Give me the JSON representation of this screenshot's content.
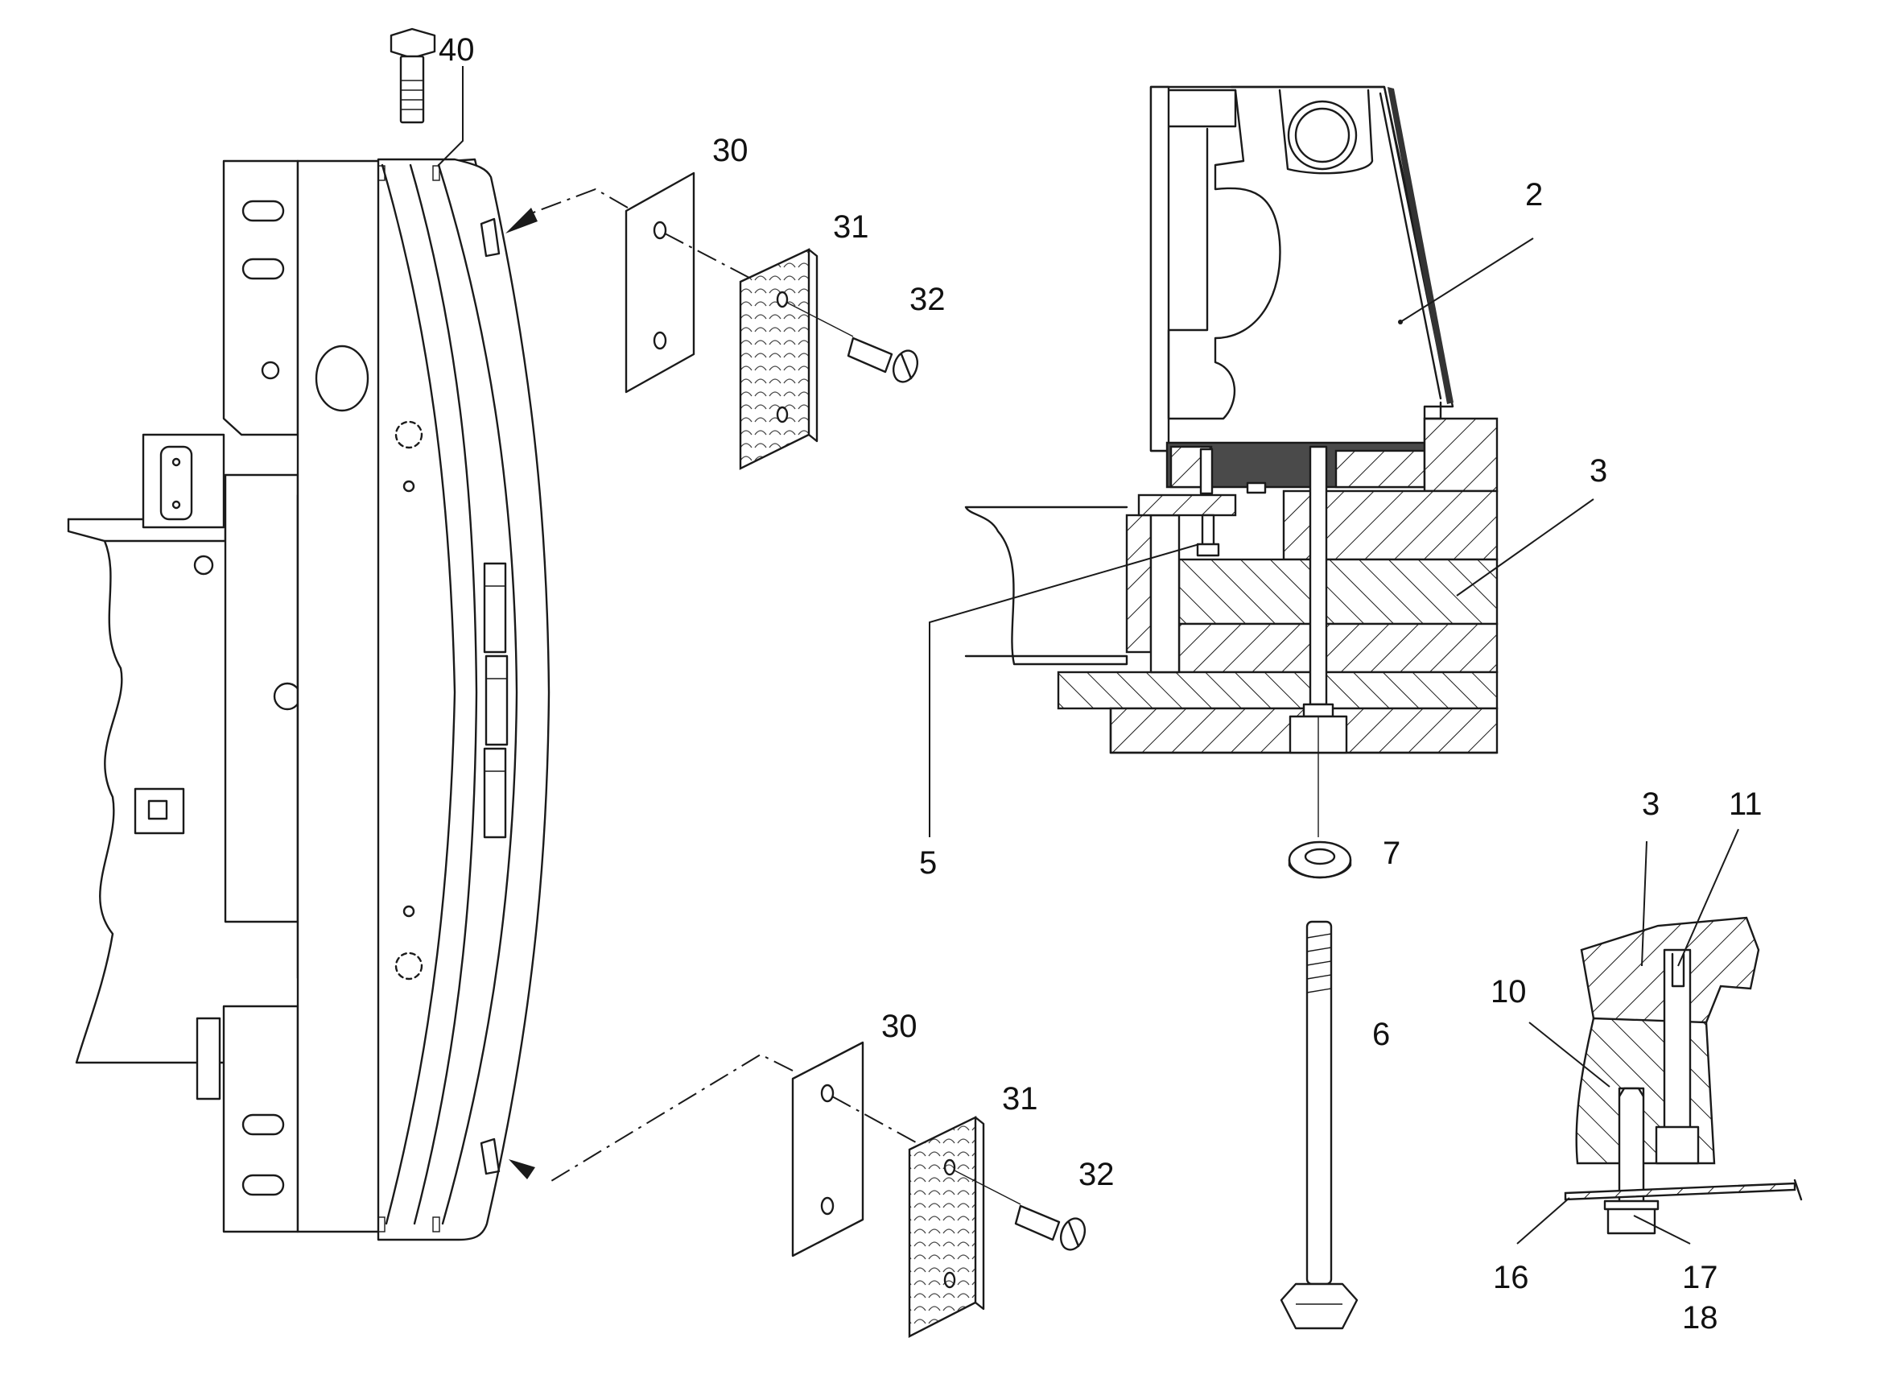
{
  "callouts": {
    "c40": "40",
    "c30_top": "30",
    "c31_top": "31",
    "c32_top": "32",
    "c30_bottom": "30",
    "c31_bottom": "31",
    "c32_bottom": "32",
    "c2": "2",
    "c3_section": "3",
    "c5": "5",
    "c7": "7",
    "c6": "6",
    "c3_detail": "3",
    "c11": "11",
    "c10": "10",
    "c16": "16",
    "c17": "17",
    "c18": "18"
  },
  "colors": {
    "line": "#1a1a1a",
    "background": "#ffffff",
    "dark_fill": "#3a3a3a"
  }
}
